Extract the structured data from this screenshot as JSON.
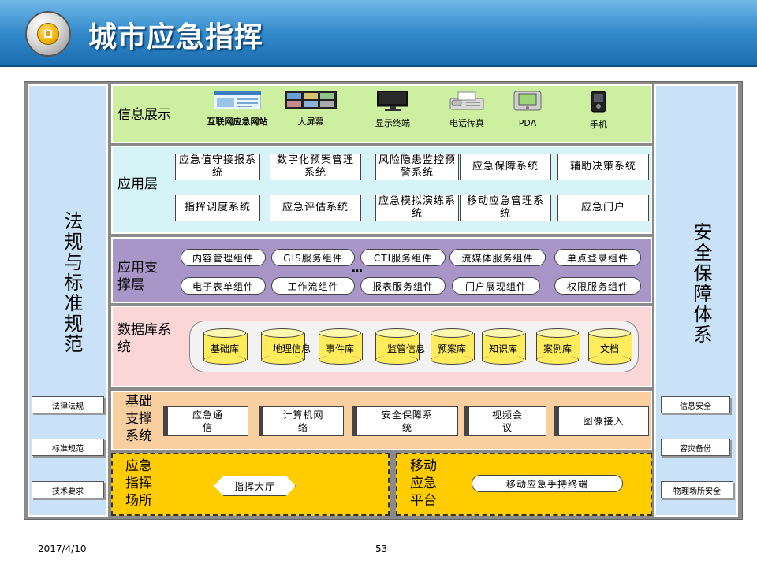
{
  "title": "城市应急指挥",
  "left_panel": {
    "title": "法规与标准规范",
    "items": [
      "法律法规",
      "标准规范",
      "技术要求"
    ]
  },
  "right_panel": {
    "title": "安全保障体系",
    "items": [
      "信息安全",
      "容灾备份",
      "物理场所安全"
    ]
  },
  "display_layer": {
    "title": "信息展示",
    "items": [
      {
        "label": "互联网应急网站",
        "icon": "website-icon"
      },
      {
        "label": "大屏幕",
        "icon": "big-screen-icon"
      },
      {
        "label": "显示终端",
        "icon": "monitor-icon"
      },
      {
        "label": "电话传真",
        "icon": "fax-icon"
      },
      {
        "label": "PDA",
        "icon": "pda-icon"
      },
      {
        "label": "手机",
        "icon": "mobile-phone-icon"
      }
    ]
  },
  "app_layer": {
    "title": "应用层",
    "row1": [
      "应急值守接报系统",
      "数字化预案管理系统",
      "风险隐患监控预警系统",
      "应急保障系统",
      "辅助决策系统"
    ],
    "row2": [
      "指挥调度系统",
      "应急评估系统",
      "应急模拟演练系统",
      "移动应急管理系统",
      "应急门户"
    ]
  },
  "support_layer": {
    "title": "应用支撑层",
    "row1": [
      "内容管理组件",
      "GIS服务组件",
      "CTI服务组件",
      "流媒体服务组件",
      "单点登录组件"
    ],
    "row2": [
      "电子表单组件",
      "工作流组件",
      "报表服务组件",
      "门户展现组件",
      "权限服务组件"
    ],
    "ellipsis": "…"
  },
  "db_layer": {
    "title": "数据库系统",
    "items": [
      "基础库",
      "地理信息",
      "事件库",
      "监管信息",
      "预案库",
      "知识库",
      "案例库",
      "文档"
    ]
  },
  "base_layer": {
    "title": "基础支撑系统",
    "items": [
      "应急通信",
      "计算机网络",
      "安全保障系统",
      "视频会议",
      "图像接入"
    ]
  },
  "command_site": {
    "title": "应急指挥场所",
    "item": "指挥大厅"
  },
  "mobile_platform": {
    "title": "移动应急平台",
    "item": "移动应急手持终端"
  },
  "footer": {
    "date": "2017/4/10",
    "page": "53"
  },
  "colors": {
    "display_layer": "#ccf0a0",
    "app_layer": "#d6f3f7",
    "support_layer": "#a996c8",
    "db_layer": "#fbd6d6",
    "base_layer": "#f9cfa0",
    "emergency_yellow": "#ffcc00",
    "side_panel": "#c9e2f7"
  }
}
